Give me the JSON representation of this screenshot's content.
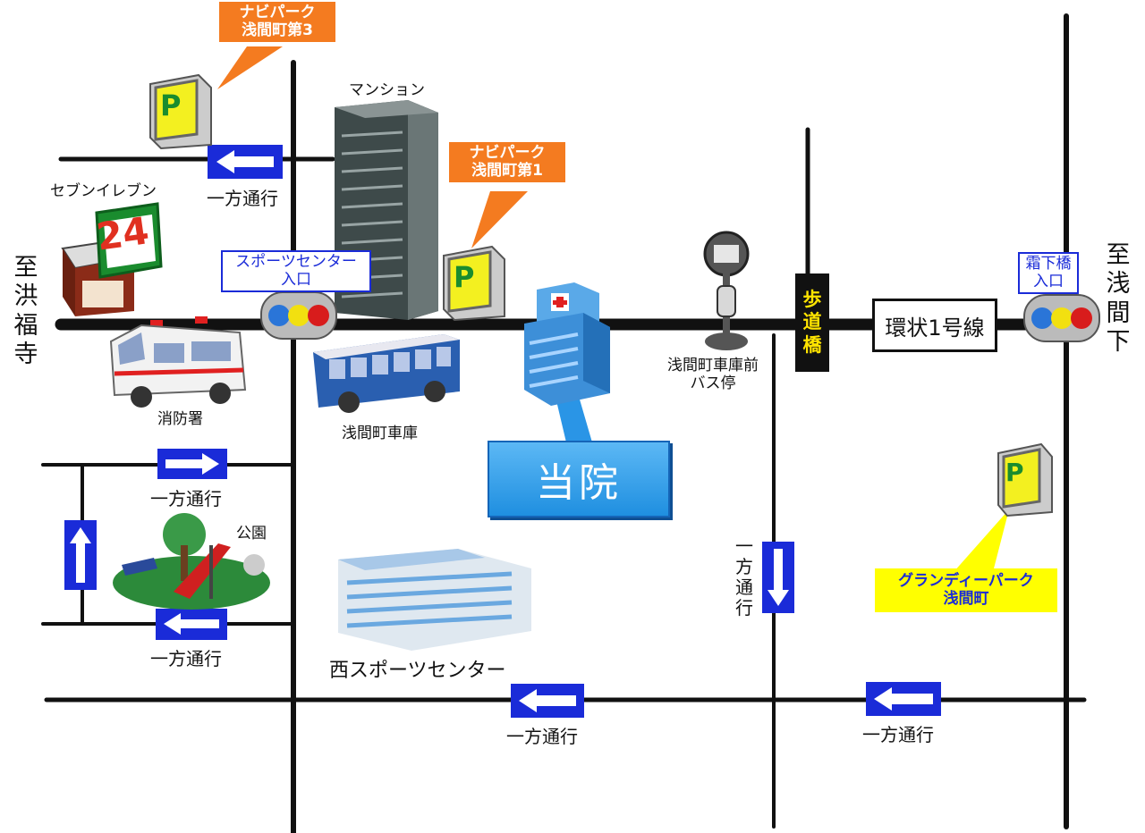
{
  "destinations": {
    "west": "至洪福寺",
    "east": "至浅間下"
  },
  "route": "環状1号線",
  "overpass": "歩道橋",
  "hospital": "当院",
  "parking": {
    "navipark3": "ナビパーク\n浅間町第3",
    "navipark1": "ナビパーク\n浅間町第1",
    "grandy": "グランディーパーク\n浅間町",
    "icon_letter": "P"
  },
  "signals": {
    "sports_center_entrance": "スポーツセンター\n入口",
    "shimoshimohashi_entrance": "霜下橋\n入口"
  },
  "landmarks": {
    "seven_eleven": "セブンイレブン",
    "seven_eleven_sign": "24",
    "mansion": "マンション",
    "fire_station": "消防署",
    "bus_depot": "浅間町車庫",
    "bus_stop": "浅間町車庫前\nバス停",
    "park": "公園",
    "west_sports_center": "西スポーツセンター"
  },
  "one_way_label": "一方通行",
  "colors": {
    "callout_orange": "#f47b20",
    "callout_yellow": "#ffff00",
    "sign_blue": "#1a2bd8",
    "hospital_blue": "#2a95e6",
    "overpass_text": "#ffe400"
  }
}
